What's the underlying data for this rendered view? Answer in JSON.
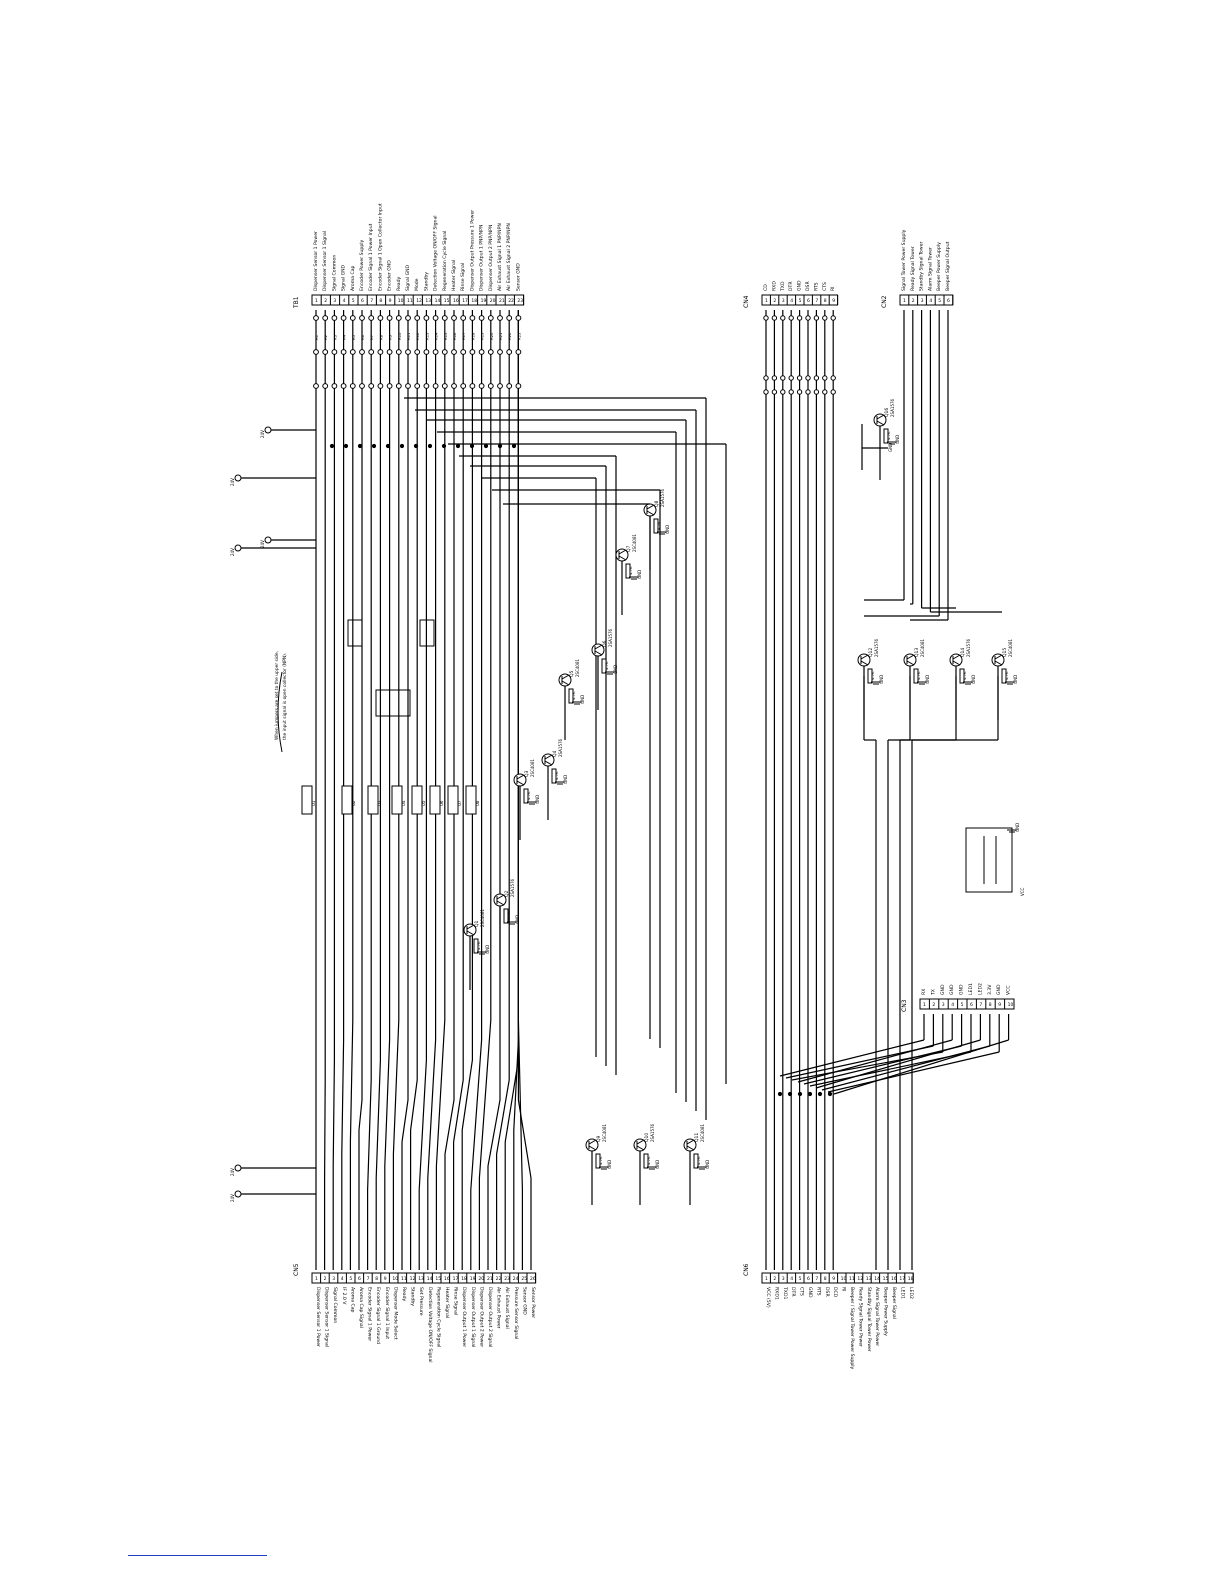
{
  "connectors": {
    "cn5": {
      "ref": "CN5",
      "pins": [
        "Dispenser Sensor 1 Power",
        "Dispenser Sensor 1 Signal",
        "Signal Common",
        "IF 2.0 V",
        "Aroma Cap",
        "Aroma Cap Signal",
        "Encoder Signal 1 Power",
        "Encoder Signal 1 Ground",
        "Encoder Signal 1 Input",
        "Dispenser Mode Select",
        "Ready",
        "Standby",
        "Set Pressure",
        "Detection Voltage ON/OFF Signal",
        "Regeneration Cycle Signal",
        "Heater Signal",
        "Rinse Signal",
        "Dispenser Output 1 Power",
        "Dispenser Output 1 Signal",
        "Dispenser Output 2 Power",
        "Dispenser Output 2 Signal",
        "Air Exhaust Power",
        "Air Exhaust Signal",
        "Pressure Sensor Signal",
        "Sensor GND",
        "Sensor Power"
      ]
    },
    "tb1": {
      "ref": "TB1",
      "pins": [
        "Dispenser Sensor 1 Power",
        "Dispenser Sensor 1 Signal",
        "Signal Common",
        "Signal GND",
        "Aroma Cap",
        "Encoder Power Supply",
        "Encoder Signal 1 Power Input",
        "Encoder Signal 1 Open Collector Input",
        "Encoder GND",
        "Ready",
        "Signal GND",
        "Mode",
        "Standby",
        "Detection Voltage ON/OFF Signal",
        "Regeneration Cycle Signal",
        "Heater Signal",
        "Rinse Signal",
        "Dispenser Output Pressure 1 Power",
        "Dispenser Output 1 PNP/NPN",
        "Dispenser Output 2 PNP/NPN",
        "Air Exhaust Signal 1 PNP/NPN",
        "Air Exhaust Signal 2 PNP/NPN",
        "Sensor GND"
      ]
    },
    "cn6": {
      "ref": "CN6",
      "pins": [
        "VCC (5V)",
        "RXD1",
        "TXD1",
        "DTR",
        "CTS",
        "GND",
        "RTS",
        "DSR",
        "DCD",
        "RI",
        "Beeper / Signal Tower Power Supply",
        "Ready Signal Tower Power",
        "Standby Signal Tower Power",
        "Alarm Signal Tower Power",
        "Beeper Power Supply",
        "Beeper Signal",
        "LED1",
        "LED2"
      ]
    },
    "cn4": {
      "ref": "CN4",
      "pins": [
        "CD",
        "RXD",
        "TXD",
        "DTR",
        "GND",
        "DSR",
        "RTS",
        "CTS",
        "RI"
      ]
    },
    "cn2": {
      "ref": "CN2",
      "pins": [
        "Signal Tower Power Supply",
        "Ready Signal Tower",
        "Standby Signal Tower",
        "Alarm Signal Tower",
        "Beeper Power Supply",
        "Beeper Signal Output"
      ]
    },
    "cn3": {
      "ref": "CN3",
      "pins": [
        "RX",
        "TX",
        "GND",
        "GND",
        "GND",
        "LED1",
        "LED2",
        "3.3V",
        "GND",
        "VCC"
      ]
    }
  },
  "components": {
    "transistors": [
      "Q1",
      "Q2",
      "Q3",
      "Q4",
      "Q5",
      "Q6",
      "Q7",
      "Q8",
      "Q9",
      "Q10",
      "Q11",
      "Q12",
      "Q13",
      "Q14",
      "Q15",
      "Q16"
    ],
    "part_npn": "2SC4081",
    "part_pnp": "2SA1576",
    "resistor_value": "4.7K",
    "power_label": "24V",
    "gnd_label": "GND",
    "vcc_label": "VCC",
    "notes": [
      "When jumpers are set to the upper side,",
      "the input signal is open collector (NPN)."
    ]
  }
}
